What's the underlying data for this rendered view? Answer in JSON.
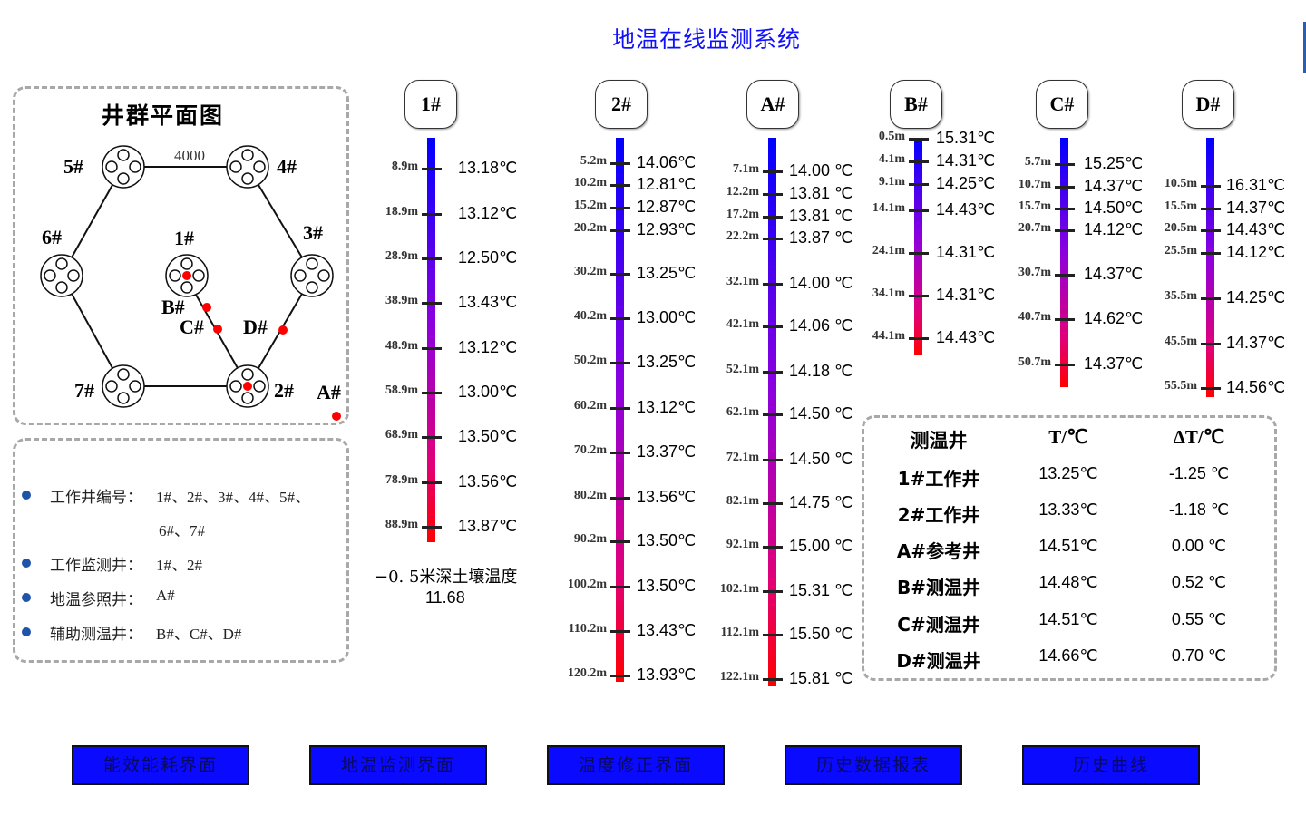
{
  "title": "地温在线监测系统",
  "well_map": {
    "title": "井群平面图",
    "distance_label": "4000",
    "wells": [
      "1#",
      "2#",
      "3#",
      "4#",
      "5#",
      "6#",
      "7#"
    ],
    "monitor_points": [
      "A#",
      "B#",
      "C#",
      "D#"
    ],
    "marker_color": "#ff0000"
  },
  "legend": [
    {
      "label": "工作井编号：",
      "value": "1#、2#、3#、4#、5#、",
      "value2": "6#、7#"
    },
    {
      "label": "工作监测井：",
      "value": "1#、2#"
    },
    {
      "label": "地温参照井：",
      "value": "A#"
    },
    {
      "label": "辅助测温井：",
      "value": "B#、C#、D#"
    }
  ],
  "columns": [
    {
      "name": "1#",
      "readings": [
        [
          "8.9m",
          "13.18℃"
        ],
        [
          "18.9m",
          "13.12℃"
        ],
        [
          "28.9m",
          "12.50℃"
        ],
        [
          "38.9m",
          "13.43℃"
        ],
        [
          "48.9m",
          "13.12℃"
        ],
        [
          "58.9m",
          "13.00℃"
        ],
        [
          "68.9m",
          "13.50℃"
        ],
        [
          "78.9m",
          "13.56℃"
        ],
        [
          "88.9m",
          "13.87℃"
        ]
      ]
    },
    {
      "name": "2#",
      "readings": [
        [
          "5.2m",
          "14.06℃"
        ],
        [
          "10.2m",
          "12.81℃"
        ],
        [
          "15.2m",
          "12.87℃"
        ],
        [
          "20.2m",
          "12.93℃"
        ],
        [
          "30.2m",
          "13.25℃"
        ],
        [
          "40.2m",
          "13.00℃"
        ],
        [
          "50.2m",
          "13.25℃"
        ],
        [
          "60.2m",
          "13.12℃"
        ],
        [
          "70.2m",
          "13.37℃"
        ],
        [
          "80.2m",
          "13.56℃"
        ],
        [
          "90.2m",
          "13.50℃"
        ],
        [
          "100.2m",
          "13.50℃"
        ],
        [
          "110.2m",
          "13.43℃"
        ],
        [
          "120.2m",
          "13.93℃"
        ]
      ]
    },
    {
      "name": "A#",
      "readings": [
        [
          "7.1m",
          "14.00 ℃"
        ],
        [
          "12.2m",
          "13.81 ℃"
        ],
        [
          "17.2m",
          "13.81 ℃"
        ],
        [
          "22.2m",
          "13.87 ℃"
        ],
        [
          "32.1m",
          "14.00 ℃"
        ],
        [
          "42.1m",
          "14.06 ℃"
        ],
        [
          "52.1m",
          "14.18 ℃"
        ],
        [
          "62.1m",
          "14.50 ℃"
        ],
        [
          "72.1m",
          "14.50 ℃"
        ],
        [
          "82.1m",
          "14.75 ℃"
        ],
        [
          "92.1m",
          "15.00 ℃"
        ],
        [
          "102.1m",
          "15.31 ℃"
        ],
        [
          "112.1m",
          "15.50 ℃"
        ],
        [
          "122.1m",
          "15.81 ℃"
        ]
      ]
    },
    {
      "name": "B#",
      "readings": [
        [
          "0.5m",
          "15.31℃"
        ],
        [
          "4.1m",
          "14.31℃"
        ],
        [
          "9.1m",
          "14.25℃"
        ],
        [
          "14.1m",
          "14.43℃"
        ],
        [
          "24.1m",
          "14.31℃"
        ],
        [
          "34.1m",
          "14.31℃"
        ],
        [
          "44.1m",
          "14.43℃"
        ]
      ]
    },
    {
      "name": "C#",
      "readings": [
        [
          "5.7m",
          "15.25℃"
        ],
        [
          "10.7m",
          "14.37℃"
        ],
        [
          "15.7m",
          "14.50℃"
        ],
        [
          "20.7m",
          "14.12℃"
        ],
        [
          "30.7m",
          "14.37℃"
        ],
        [
          "40.7m",
          "14.62℃"
        ],
        [
          "50.7m",
          "14.37℃"
        ]
      ]
    },
    {
      "name": "D#",
      "readings": [
        [
          "10.5m",
          "16.31℃"
        ],
        [
          "15.5m",
          "14.37℃"
        ],
        [
          "20.5m",
          "14.43℃"
        ],
        [
          "25.5m",
          "14.12℃"
        ],
        [
          "35.5m",
          "14.25℃"
        ],
        [
          "45.5m",
          "14.37℃"
        ],
        [
          "55.5m",
          "14.56℃"
        ]
      ]
    }
  ],
  "surface": {
    "label": "−0. 5米深土壤温度",
    "value": "11.68"
  },
  "table": {
    "headers": [
      "测温井",
      "T/℃",
      "ΔT/℃"
    ],
    "rows": [
      [
        "1#工作井",
        "13.25℃",
        "-1.25 ℃"
      ],
      [
        "2#工作井",
        "13.33℃",
        "-1.18 ℃"
      ],
      [
        "A#参考井",
        "14.51℃",
        "0.00  ℃"
      ],
      [
        "B#测温井",
        "14.48℃",
        "0.52  ℃"
      ],
      [
        "C#测温井",
        "14.51℃",
        "0.55  ℃"
      ],
      [
        "D#测温井",
        "14.66℃",
        "0.70  ℃"
      ]
    ]
  },
  "nav_buttons": [
    "能效能耗界面",
    "地温监测界面",
    "温度修正界面",
    "历史数据报表",
    "历史曲线"
  ]
}
